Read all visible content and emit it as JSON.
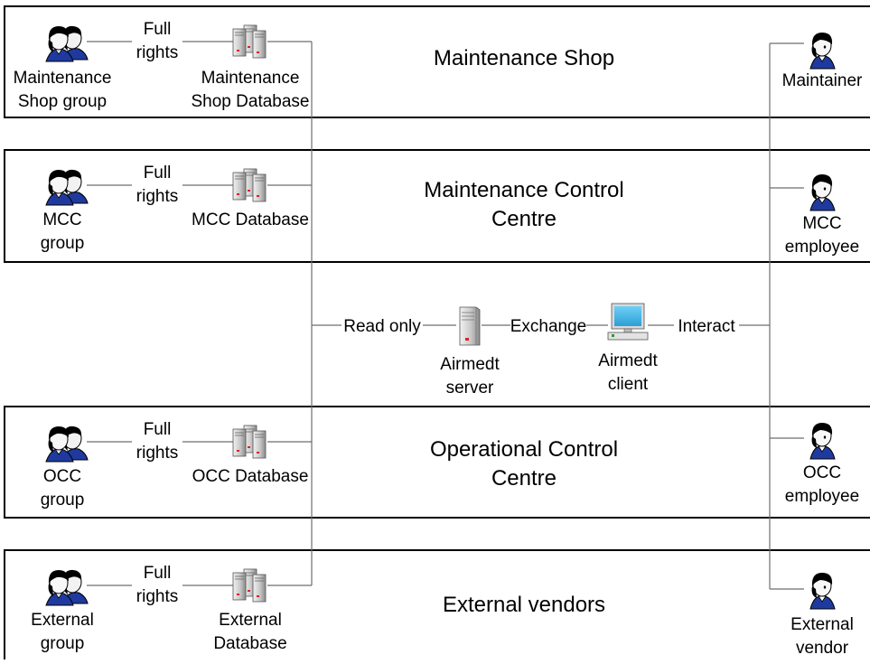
{
  "sections": [
    {
      "id": "maintenance-shop",
      "title_lines": [
        "Maintenance Shop"
      ],
      "group_lines": [
        "Maintenance",
        "Shop group"
      ],
      "rights_lines": [
        "Full",
        "rights"
      ],
      "database_lines": [
        "Maintenance",
        "Shop Database"
      ],
      "person_lines": [
        "Maintainer"
      ]
    },
    {
      "id": "mcc",
      "title_lines": [
        "Maintenance Control",
        "Centre"
      ],
      "group_lines": [
        "MCC",
        "group"
      ],
      "rights_lines": [
        "Full",
        "rights"
      ],
      "database_lines": [
        "MCC Database"
      ],
      "person_lines": [
        "MCC",
        "employee"
      ]
    },
    {
      "id": "occ",
      "title_lines": [
        "Operational Control",
        "Centre"
      ],
      "group_lines": [
        "OCC",
        "group"
      ],
      "rights_lines": [
        "Full",
        "rights"
      ],
      "database_lines": [
        "OCC Database"
      ],
      "person_lines": [
        "OCC",
        "employee"
      ]
    },
    {
      "id": "external",
      "title_lines": [
        "External vendors"
      ],
      "group_lines": [
        "External",
        "group"
      ],
      "rights_lines": [
        "Full",
        "rights"
      ],
      "database_lines": [
        "External",
        "Database"
      ],
      "person_lines": [
        "External",
        "vendor"
      ]
    }
  ],
  "center": {
    "read_only": "Read only",
    "exchange": "Exchange",
    "interact": "Interact",
    "server_lines": [
      "Airmedt",
      "server"
    ],
    "client_lines": [
      "Airmedt",
      "client"
    ]
  },
  "colors": {
    "client_screen": "#3fb7e8",
    "icon_gray": "#9a9a9a",
    "person_blue": "#1f3a9e"
  }
}
